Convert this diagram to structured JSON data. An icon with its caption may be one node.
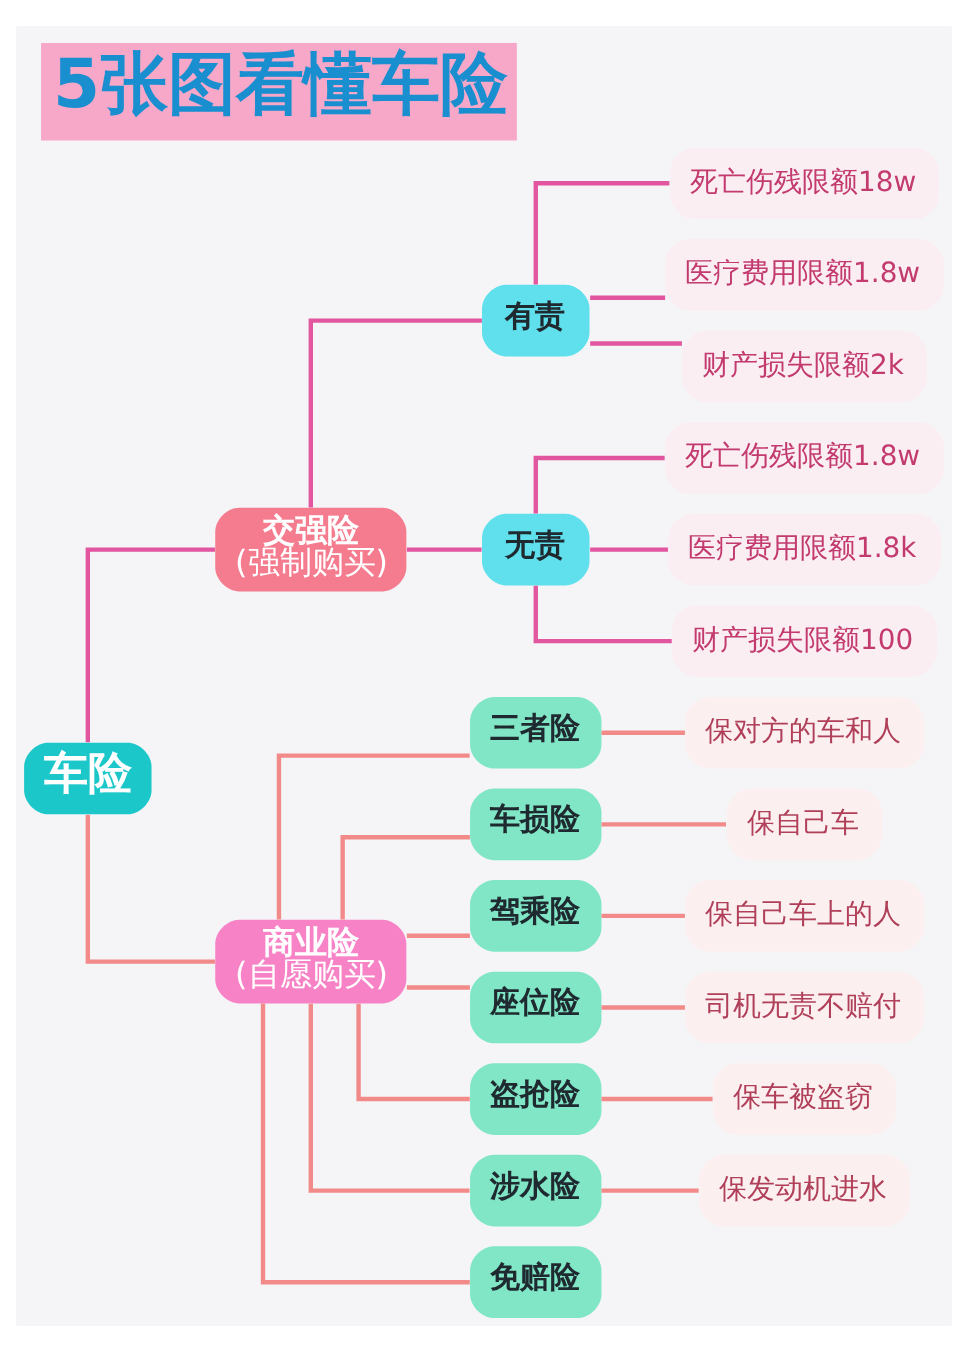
{
  "diagram": {
    "title": "5张图看懂车险",
    "nodes": [
      {
        "text": [
          "车险"
        ]
      },
      {
        "text": [
          "交强险",
          "(强制购买)"
        ]
      },
      {
        "text": [
          "有责"
        ]
      },
      {
        "text": [
          "死亡伤残限额18w"
        ]
      },
      {
        "text": [
          "医疗费用限额1.8w"
        ]
      },
      {
        "text": [
          "财产损失限额2k"
        ]
      },
      {
        "text": [
          "无责"
        ]
      },
      {
        "text": [
          "死亡伤残限额1.8w"
        ]
      },
      {
        "text": [
          "医疗费用限额1.8k"
        ]
      },
      {
        "text": [
          "财产损失限额100"
        ]
      },
      {
        "text": [
          "商业险",
          "(自愿购买)"
        ]
      },
      {
        "text": [
          "三者险"
        ]
      },
      {
        "text": [
          "保对方的车和人"
        ]
      },
      {
        "text": [
          "车损险"
        ]
      },
      {
        "text": [
          "保自己车"
        ]
      },
      {
        "text": [
          "驾乘险"
        ]
      },
      {
        "text": [
          "保自己车上的人"
        ]
      },
      {
        "text": [
          "座位险"
        ]
      },
      {
        "text": [
          "司机无责不赔付"
        ]
      },
      {
        "text": [
          "盗抢险"
        ]
      },
      {
        "text": [
          "保车被盗窃"
        ]
      },
      {
        "text": [
          "涉水险"
        ]
      },
      {
        "text": [
          "保发动机进水"
        ]
      },
      {
        "text": [
          "免赔险"
        ]
      }
    ],
    "edges": [
      {
        "from": 0,
        "to": 1,
        "arrow": "none",
        "color": "#e2559f"
      },
      {
        "from": 1,
        "to": 2,
        "arrow": "none",
        "color": "#e2559f"
      },
      {
        "from": 2,
        "to": 3,
        "arrow": "none",
        "color": "#e2559f"
      },
      {
        "from": 2,
        "to": 4,
        "arrow": "none",
        "color": "#e2559f"
      },
      {
        "from": 2,
        "to": 5,
        "arrow": "none",
        "color": "#e2559f"
      },
      {
        "from": 1,
        "to": 6,
        "arrow": "none",
        "color": "#e2559f"
      },
      {
        "from": 6,
        "to": 7,
        "arrow": "none",
        "color": "#e2559f"
      },
      {
        "from": 6,
        "to": 8,
        "arrow": "none",
        "color": "#e2559f"
      },
      {
        "from": 6,
        "to": 9,
        "arrow": "none",
        "color": "#e2559f"
      },
      {
        "from": 0,
        "to": 10,
        "arrow": "none"
      },
      {
        "from": 10,
        "to": 11,
        "arrow": "none"
      },
      {
        "from": 11,
        "to": 12,
        "arrow": "none"
      },
      {
        "from": 10,
        "to": 13,
        "arrow": "none"
      },
      {
        "from": 13,
        "to": 14,
        "arrow": "none"
      },
      {
        "from": 10,
        "to": 15,
        "arrow": "none"
      },
      {
        "from": 15,
        "to": 16,
        "arrow": "none"
      },
      {
        "from": 10,
        "to": 17,
        "arrow": "none"
      },
      {
        "from": 17,
        "to": 18,
        "arrow": "none"
      },
      {
        "from": 10,
        "to": 19,
        "arrow": "none"
      },
      {
        "from": 19,
        "to": 20,
        "arrow": "none"
      },
      {
        "from": 10,
        "to": 21,
        "arrow": "none"
      },
      {
        "from": 21,
        "to": 22,
        "arrow": "none"
      },
      {
        "from": 10,
        "to": 23,
        "arrow": "none"
      }
    ]
  }
}
